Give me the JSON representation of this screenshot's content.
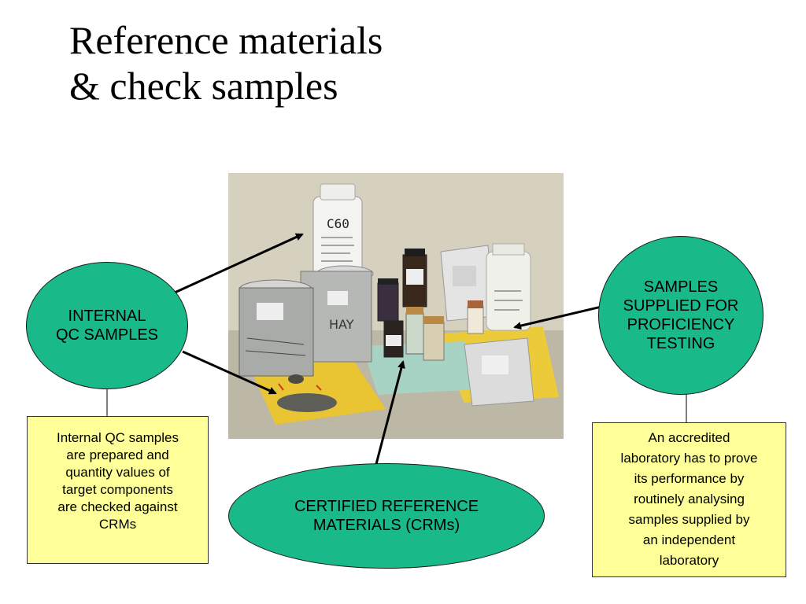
{
  "slide": {
    "title_line1": "Reference materials",
    "title_line2": "& check samples"
  },
  "photo": {
    "description_icon": "lab-photo",
    "labels": {
      "c60": "C60",
      "hay": "HAY"
    }
  },
  "internal_qc": {
    "line1": "INTERNAL",
    "line2": "QC SAMPLES",
    "note_lines": [
      "Internal QC samples",
      "are prepared and",
      "quantity values of",
      "target components",
      "are checked against",
      "CRMs"
    ]
  },
  "proficiency": {
    "line1": "SAMPLES",
    "line2": "SUPPLIED FOR",
    "line3": "PROFICIENCY",
    "line4": "TESTING",
    "note_lines": [
      "An accredited",
      "laboratory has to prove",
      "its performance by",
      "routinely analysing",
      "samples supplied by",
      "an independent",
      "laboratory"
    ]
  },
  "crm": {
    "line1": "CERTIFIED REFERENCE",
    "line2": "MATERIALS (CRMs)"
  },
  "colors": {
    "oval_fill": "#1ab98a",
    "note_fill": "#ffff99",
    "photo_wall": "#cfc9b8"
  }
}
